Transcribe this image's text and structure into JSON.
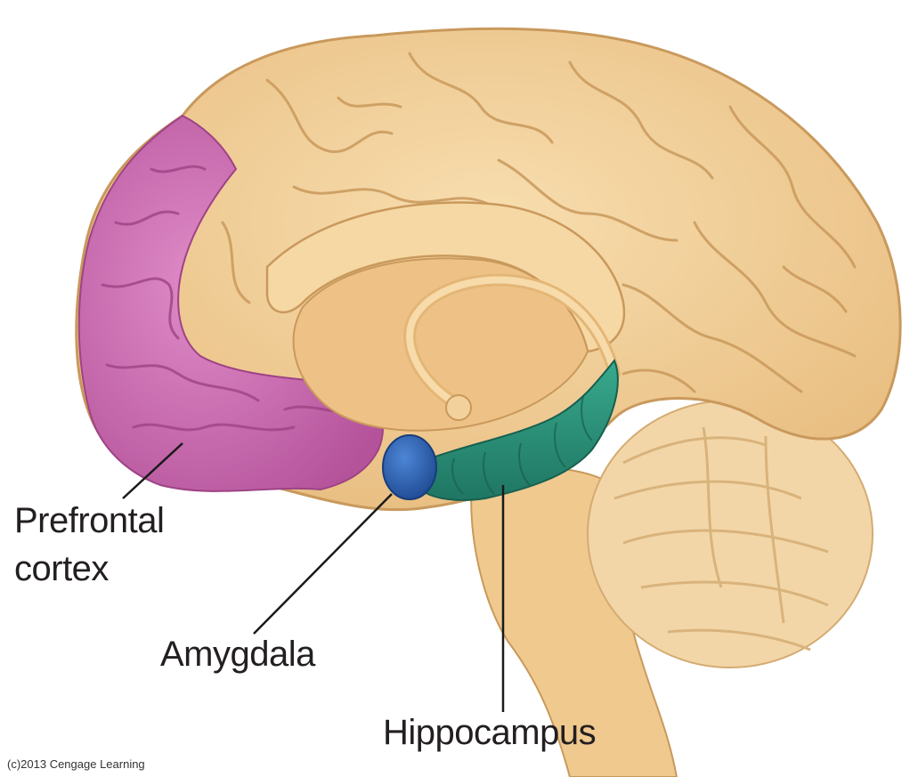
{
  "labels": {
    "prefrontal_line1": "Prefrontal",
    "prefrontal_line2": "cortex",
    "amygdala": "Amygdala",
    "hippocampus": "Hippocampus"
  },
  "copyright": "(c)2013 Cengage Learning",
  "colors": {
    "cortex": "#f2cd94",
    "cortex_outline": "#c9995c",
    "prefrontal": "#c865ac",
    "amygdala": "#2f5eab",
    "hippocampus": "#2a9078",
    "cerebellum": "#f3d6a7",
    "leader_line": "#1a1a1a"
  }
}
